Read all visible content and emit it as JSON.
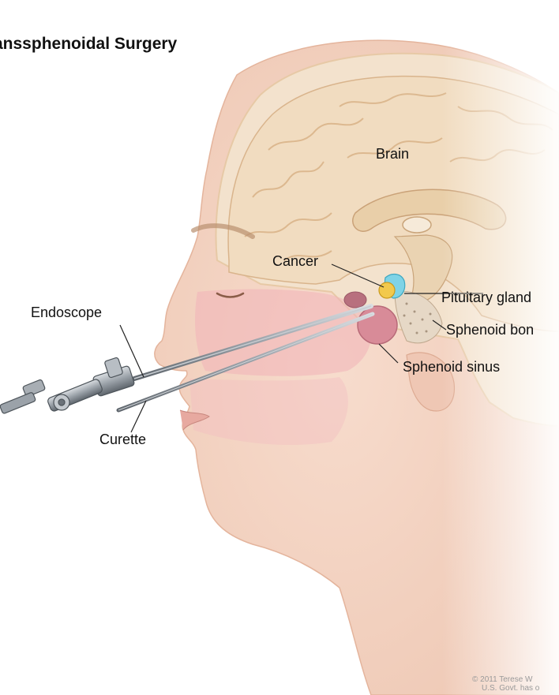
{
  "title": "anssphenoidal Surgery",
  "labels": {
    "brain": "Brain",
    "cancer": "Cancer",
    "pituitary_gland": "Pituitary gland",
    "sphenoid_bone": "Sphenoid bon",
    "sphenoid_sinus": "Sphenoid sinus",
    "endoscope": "Endoscope",
    "curette": "Curette"
  },
  "credit": {
    "line1": "© 2011 Terese W",
    "line2": "U.S. Govt. has o"
  },
  "colors": {
    "skin": "#f4d6c4",
    "brain": "#f1dcc0",
    "tumor": "#f2c94c",
    "pituitary": "#7fd3e6",
    "mucosa": "#f0b2b8",
    "instrument": "#8e959c"
  }
}
